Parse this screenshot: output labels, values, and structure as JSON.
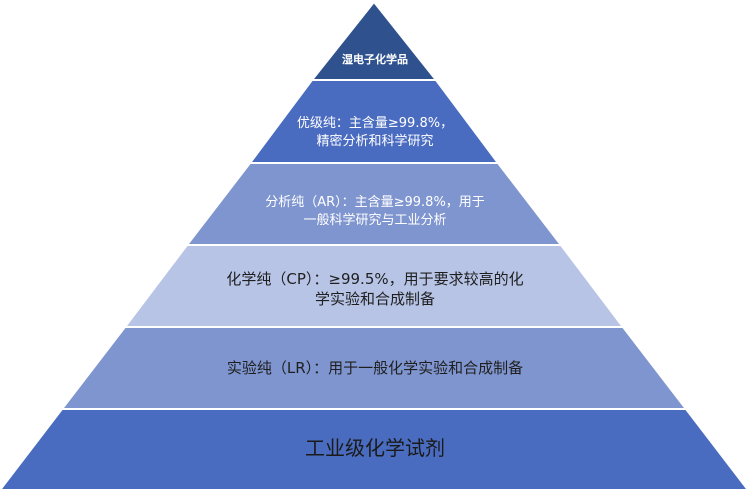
{
  "pyramid": {
    "levels": [
      {
        "label": "湿电子化学品",
        "color": "#2f528f"
      },
      {
        "label": "优级纯：主含量≥99.8%，\n精密分析和科学研究",
        "color": "#4a6cc0"
      },
      {
        "label": "分析纯（AR）：主含量≥99.8%，用于\n一般科学研究与工业分析",
        "color": "#7f95cf"
      },
      {
        "label": "化学纯（CP）：≥99.5%，用于要求较高的化\n学实验和合成制备",
        "color": "#b7c4e6"
      },
      {
        "label": "实验纯（LR）：用于一般化学实验和合成制备",
        "color": "#7f95cf"
      },
      {
        "label": "工业级化学试剂",
        "color": "#4a6cc0"
      }
    ]
  }
}
